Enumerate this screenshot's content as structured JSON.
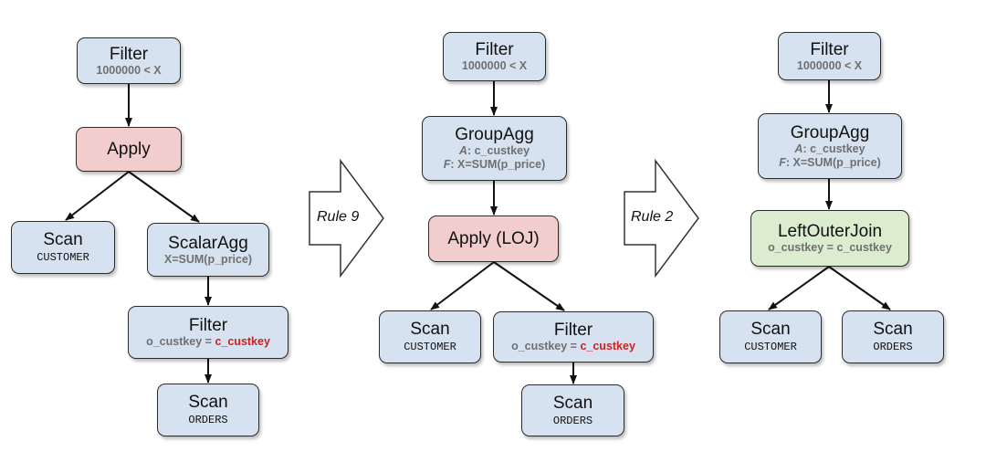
{
  "diagram1": {
    "filter": {
      "title": "Filter",
      "cond": "1000000 < X"
    },
    "apply": {
      "title": "Apply"
    },
    "scan_customer": {
      "title": "Scan",
      "table": "CUSTOMER"
    },
    "scalaragg": {
      "title": "ScalarAgg",
      "expr": "X=SUM(p_price)"
    },
    "filter2": {
      "title": "Filter",
      "cond_prefix": "o_custkey = ",
      "cond_key": "c_custkey"
    },
    "scan_orders": {
      "title": "Scan",
      "table": "ORDERS"
    }
  },
  "rule1": {
    "label": "Rule 9"
  },
  "diagram2": {
    "filter": {
      "title": "Filter",
      "cond": "1000000 < X"
    },
    "groupagg": {
      "title": "GroupAgg",
      "a_label": "A",
      "a_value": ": c_custkey",
      "f_label": "F",
      "f_value": ": X=SUM(p_price)"
    },
    "apply": {
      "title": "Apply (LOJ)"
    },
    "scan_customer": {
      "title": "Scan",
      "table": "CUSTOMER"
    },
    "filter2": {
      "title": "Filter",
      "cond_prefix": "o_custkey = ",
      "cond_key": "c_custkey"
    },
    "scan_orders": {
      "title": "Scan",
      "table": "ORDERS"
    }
  },
  "rule2": {
    "label": "Rule 2"
  },
  "diagram3": {
    "filter": {
      "title": "Filter",
      "cond": "1000000 < X"
    },
    "groupagg": {
      "title": "GroupAgg",
      "a_label": "A",
      "a_value": ": c_custkey",
      "f_label": "F",
      "f_value": ": X=SUM(p_price)"
    },
    "join": {
      "title": "LeftOuterJoin",
      "cond": "o_custkey = c_custkey"
    },
    "scan_customer": {
      "title": "Scan",
      "table": "CUSTOMER"
    },
    "scan_orders": {
      "title": "Scan",
      "table": "ORDERS"
    }
  },
  "colors": {
    "node_blue": "#d6e2f0",
    "node_pink": "#f2cdcd",
    "node_green": "#dceccf",
    "highlight_red": "#cc2222"
  }
}
